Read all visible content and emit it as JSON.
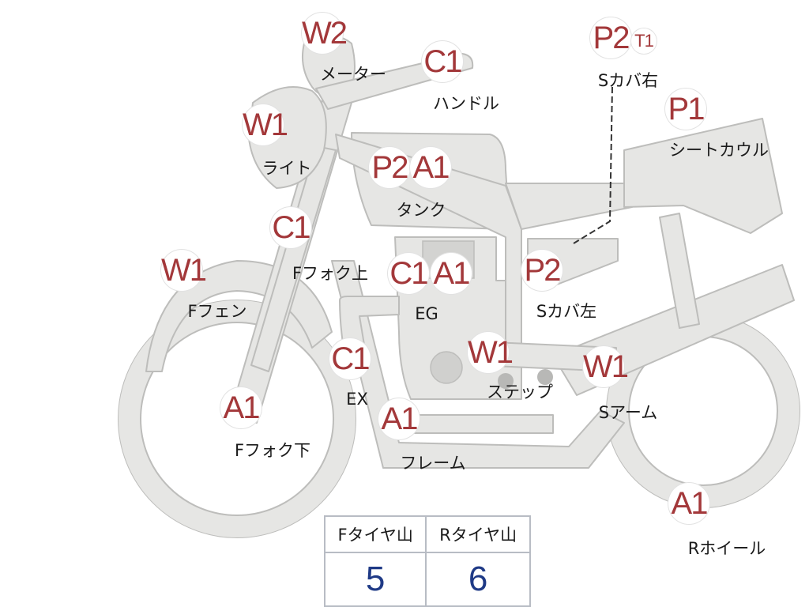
{
  "diagram": {
    "badges": [
      {
        "id": "meter",
        "code": "W2"
      },
      {
        "id": "handle",
        "code": "C1"
      },
      {
        "id": "rear-cover-right",
        "code": "P2"
      },
      {
        "id": "rear-cover-right-tag",
        "code": "T1"
      },
      {
        "id": "light",
        "code": "W1"
      },
      {
        "id": "seat-cowl",
        "code": "P1"
      },
      {
        "id": "tank-p",
        "code": "P2"
      },
      {
        "id": "tank-a",
        "code": "A1"
      },
      {
        "id": "fork-upper",
        "code": "C1"
      },
      {
        "id": "front-fender",
        "code": "W1"
      },
      {
        "id": "engine-c",
        "code": "C1"
      },
      {
        "id": "engine-a",
        "code": "A1"
      },
      {
        "id": "rear-cover-left",
        "code": "P2"
      },
      {
        "id": "exhaust",
        "code": "C1"
      },
      {
        "id": "step",
        "code": "W1"
      },
      {
        "id": "swing-arm",
        "code": "W1"
      },
      {
        "id": "fork-lower",
        "code": "A1"
      },
      {
        "id": "frame",
        "code": "A1"
      },
      {
        "id": "rear-wheel",
        "code": "A1"
      }
    ],
    "labels": {
      "meter": "メーター",
      "handle": "ハンドル",
      "rear_cover_right": "Sカバ右",
      "light": "ライト",
      "seat_cowl": "シートカウル",
      "tank": "タンク",
      "fork_upper": "Fフォク上",
      "front_fender": "Fフェン",
      "engine": "EG",
      "rear_cover_left": "Sカバ左",
      "exhaust": "EX",
      "step": "ステップ",
      "swing_arm": "Sアーム",
      "fork_lower": "Fフォク下",
      "frame": "フレーム",
      "rear_wheel": "Rホイール"
    }
  },
  "tread_table": {
    "headers": [
      "Fタイヤ山",
      "Rタイヤ山"
    ],
    "values": [
      "5",
      "6"
    ]
  },
  "colors": {
    "badge_text": "#a3383a",
    "tread_value": "#1f3a86",
    "part_fill": "#e6e6e4",
    "part_stroke": "#bdbdbb"
  }
}
